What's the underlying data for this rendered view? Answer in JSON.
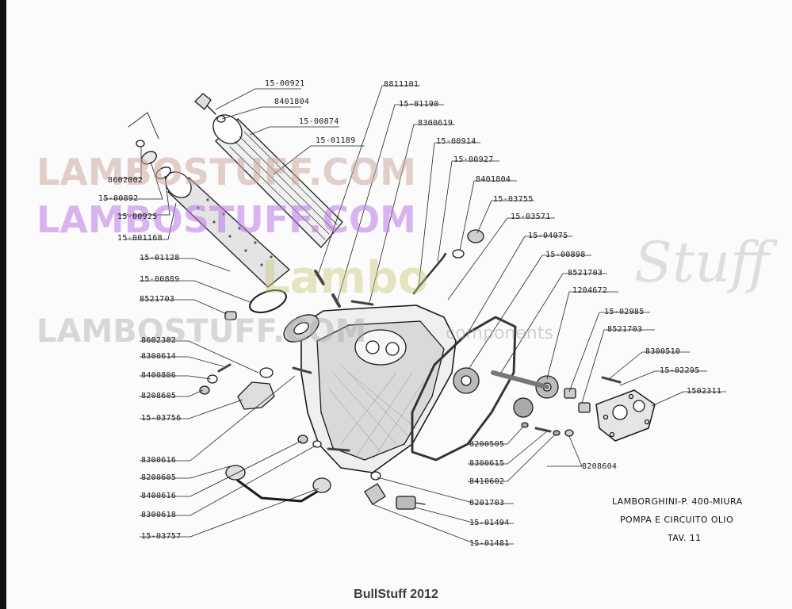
{
  "title_block": {
    "line1": "LAMBORGHINI-P. 400-MIURA",
    "line2": "POMPA E CIRCUITO OLIO",
    "line3": "TAV. 11"
  },
  "watermarks": {
    "wm1": "LAMBOSTUFF.COM",
    "wm2": "LAMBOSTUFF.COM",
    "wm3": "LAMBOSTUFF.COM",
    "wm4": "Lambo",
    "wm5": "Stuff",
    "wm6": "components"
  },
  "footer": "BullStuff 2012",
  "labels": {
    "l_1500921": "15-00921",
    "l_8401804a": "8401804",
    "l_1500874": "15-00874",
    "l_1501189": "15-01189",
    "l_8602002": "8602002",
    "l_1500892": "15-00892",
    "l_1500925": "15-00925",
    "l_15001168": "15-001168",
    "l_1501128": "15-01128",
    "l_1500889": "15-00889",
    "l_8521703a": "8521703",
    "l_8811101": "8811101",
    "l_1501190": "15-01190",
    "l_8300619": "8300619",
    "l_1500914": "15-00914",
    "l_1500927": "15-00927",
    "l_8401804b": "8401804",
    "l_1503755": "15-03755",
    "l_1503571": "15-03571",
    "l_1504075": "15-04075",
    "l_1500898": "15-00898",
    "l_8521703b": "8521703",
    "l_1204672": "1204672",
    "l_1502985": "15-02985",
    "l_8521703c": "8521703",
    "l_8300510": "8300510",
    "l_1502295": "15-02295",
    "l_1502311": "1502311",
    "l_8602302": "8602302",
    "l_8300614": "8300614",
    "l_8400806": "8400806",
    "l_8208605": "8208605",
    "l_1503756": "15-03756",
    "l_8200505": "8200505",
    "l_8300615": "8300615",
    "l_8410602": "8410602",
    "l_8208604": "8208604",
    "l_8300616": "8300616",
    "l_8200605": "8200605",
    "l_8400616": "8400616",
    "l_8300618": "8300618",
    "l_1503757": "15-03757",
    "l_8201703": "8201703",
    "l_1501494": "15-01494",
    "l_1501481": "15-01481"
  }
}
